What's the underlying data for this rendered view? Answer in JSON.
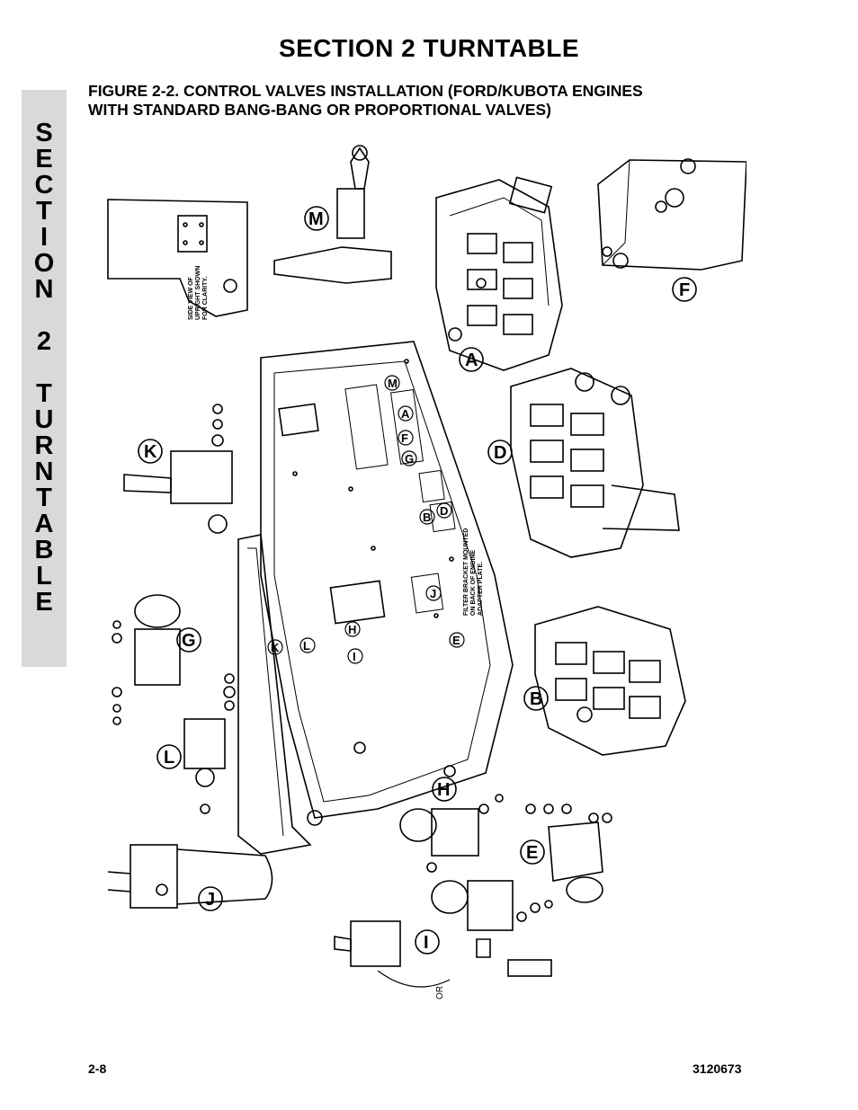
{
  "header": {
    "section_title": "SECTION 2   TURNTABLE"
  },
  "side_tab": {
    "letters": [
      "S",
      "E",
      "C",
      "T",
      "I",
      "O",
      "N",
      "",
      "2",
      "",
      "T",
      "U",
      "R",
      "N",
      "T",
      "A",
      "B",
      "L",
      "E"
    ]
  },
  "figure": {
    "title_line1": "FIGURE 2-2.    CONTROL VALVES INSTALLATION (FORD/KUBOTA ENGINES",
    "title_line2": "WITH STANDARD BANG-BANG OR PROPORTIONAL VALVES)",
    "view_letters": [
      "A",
      "B",
      "D",
      "E",
      "F",
      "G",
      "H",
      "I",
      "J",
      "K",
      "L",
      "M"
    ],
    "notes": {
      "upright": [
        "SIDE VIEW OF",
        "UPRIGHT SHOWN",
        "FOR CLARITY."
      ],
      "filter": [
        "FILTER BRACKET MOUNTED",
        "ON BACK OF ENGINE",
        "ADAPTER PLATE."
      ],
      "or_label": "OR"
    }
  },
  "footer": {
    "page_number": "2-8",
    "doc_number": "3120673"
  }
}
